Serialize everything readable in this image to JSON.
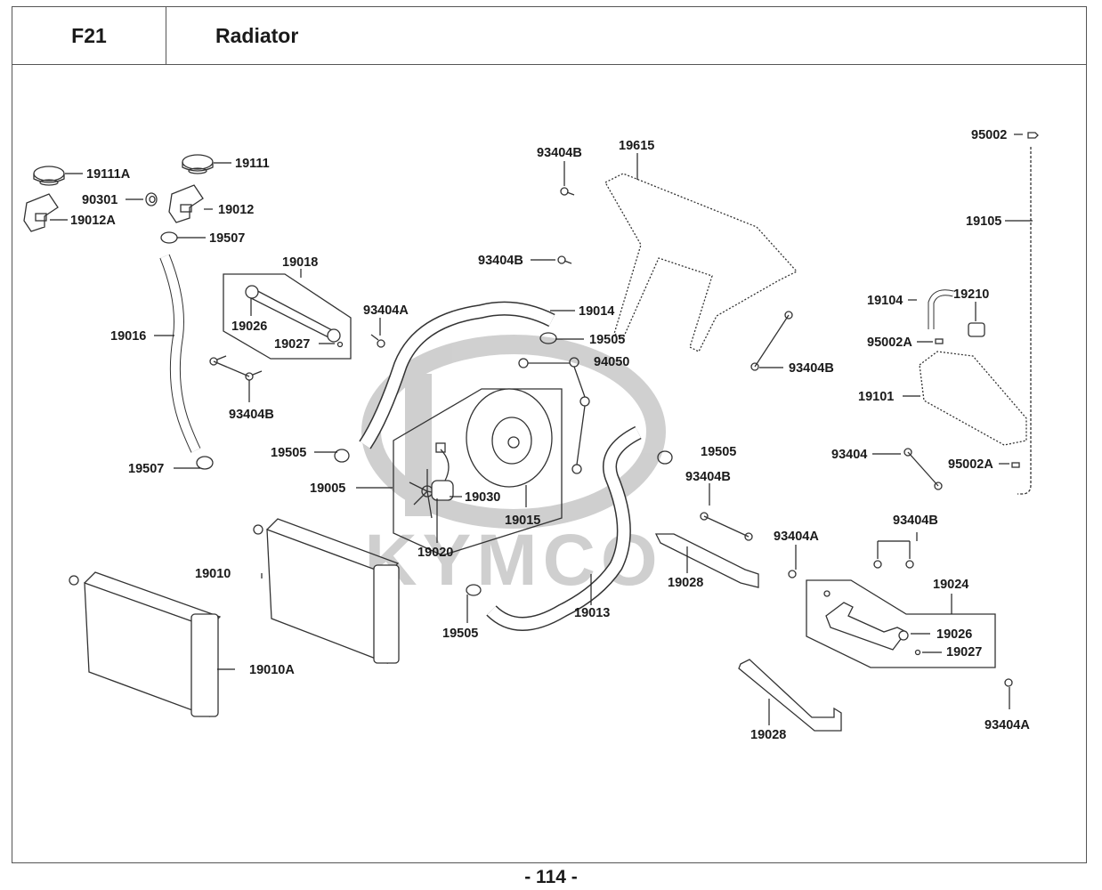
{
  "header": {
    "section_code": "F21",
    "title": "Radiator"
  },
  "watermark": {
    "brand": "KYMCO"
  },
  "footer": {
    "page_number": "- 114 -"
  },
  "callouts": [
    {
      "id": "19111A",
      "label": "19111A"
    },
    {
      "id": "19111",
      "label": "19111"
    },
    {
      "id": "90301",
      "label": "90301"
    },
    {
      "id": "19012",
      "label": "19012"
    },
    {
      "id": "19012A",
      "label": "19012A"
    },
    {
      "id": "19507-top",
      "label": "19507"
    },
    {
      "id": "19018",
      "label": "19018"
    },
    {
      "id": "19026-left",
      "label": "19026"
    },
    {
      "id": "19027-left",
      "label": "19027"
    },
    {
      "id": "93404A-left",
      "label": "93404A"
    },
    {
      "id": "19016",
      "label": "19016"
    },
    {
      "id": "93404B-left",
      "label": "93404B"
    },
    {
      "id": "19507-bottom",
      "label": "19507"
    },
    {
      "id": "93404B-top",
      "label": "93404B"
    },
    {
      "id": "19615",
      "label": "19615"
    },
    {
      "id": "93404B-mid",
      "label": "93404B"
    },
    {
      "id": "19014",
      "label": "19014"
    },
    {
      "id": "19505-a",
      "label": "19505"
    },
    {
      "id": "94050",
      "label": "94050"
    },
    {
      "id": "93404B-right",
      "label": "93404B"
    },
    {
      "id": "95002",
      "label": "95002"
    },
    {
      "id": "19105",
      "label": "19105"
    },
    {
      "id": "19104",
      "label": "19104"
    },
    {
      "id": "19210",
      "label": "19210"
    },
    {
      "id": "95002A-top",
      "label": "95002A"
    },
    {
      "id": "19101",
      "label": "19101"
    },
    {
      "id": "93404",
      "label": "93404"
    },
    {
      "id": "95002A-bottom",
      "label": "95002A"
    },
    {
      "id": "19505-b",
      "label": "19505"
    },
    {
      "id": "19005",
      "label": "19005"
    },
    {
      "id": "19030",
      "label": "19030"
    },
    {
      "id": "19015",
      "label": "19015"
    },
    {
      "id": "19020",
      "label": "19020"
    },
    {
      "id": "19505-c",
      "label": "19505"
    },
    {
      "id": "93404B-c",
      "label": "93404B"
    },
    {
      "id": "19010",
      "label": "19010"
    },
    {
      "id": "19010A",
      "label": "19010A"
    },
    {
      "id": "19028-mid",
      "label": "19028"
    },
    {
      "id": "19013",
      "label": "19013"
    },
    {
      "id": "19505-d",
      "label": "19505"
    },
    {
      "id": "93404A-mid",
      "label": "93404A"
    },
    {
      "id": "93404B-pair",
      "label": "93404B"
    },
    {
      "id": "19024",
      "label": "19024"
    },
    {
      "id": "19026-right",
      "label": "19026"
    },
    {
      "id": "19027-right",
      "label": "19027"
    },
    {
      "id": "19028-bottom",
      "label": "19028"
    },
    {
      "id": "93404A-right",
      "label": "93404A"
    }
  ]
}
